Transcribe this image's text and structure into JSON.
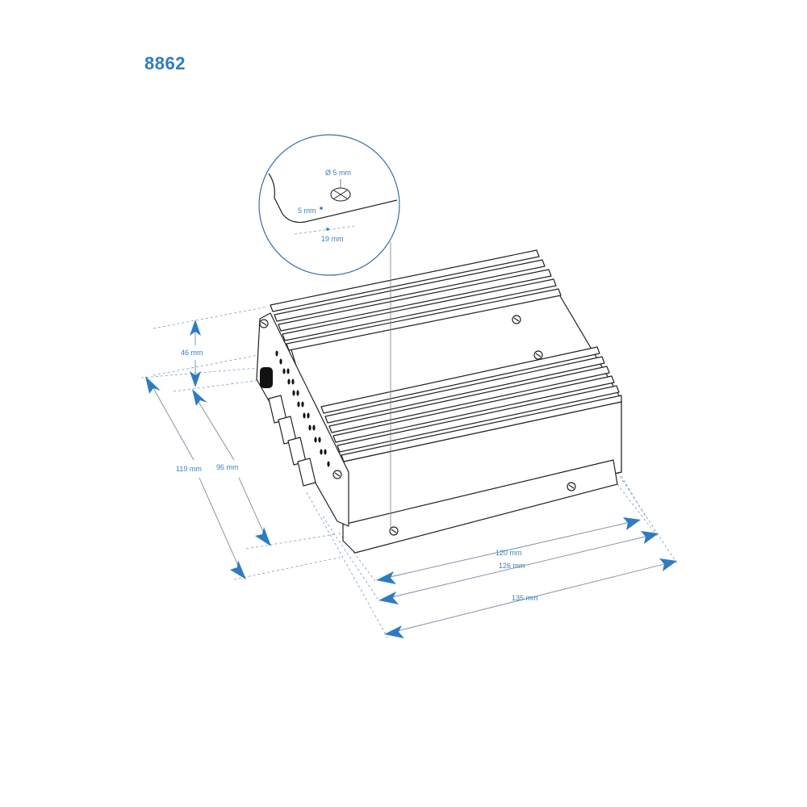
{
  "title": "8862",
  "detail": {
    "hole_diameter": "Ø 5 mm",
    "edge_offset": "5 mm",
    "hole_spacing": "19 mm"
  },
  "dimensions": {
    "fin_height": "46 mm",
    "overall_depth": "119 mm",
    "body_depth": "96 mm",
    "body_length": "120 mm",
    "mount_length": "126 mm",
    "overall_length": "135 mm"
  },
  "colors": {
    "accent": "#2d7cc1",
    "line": "#222222"
  }
}
